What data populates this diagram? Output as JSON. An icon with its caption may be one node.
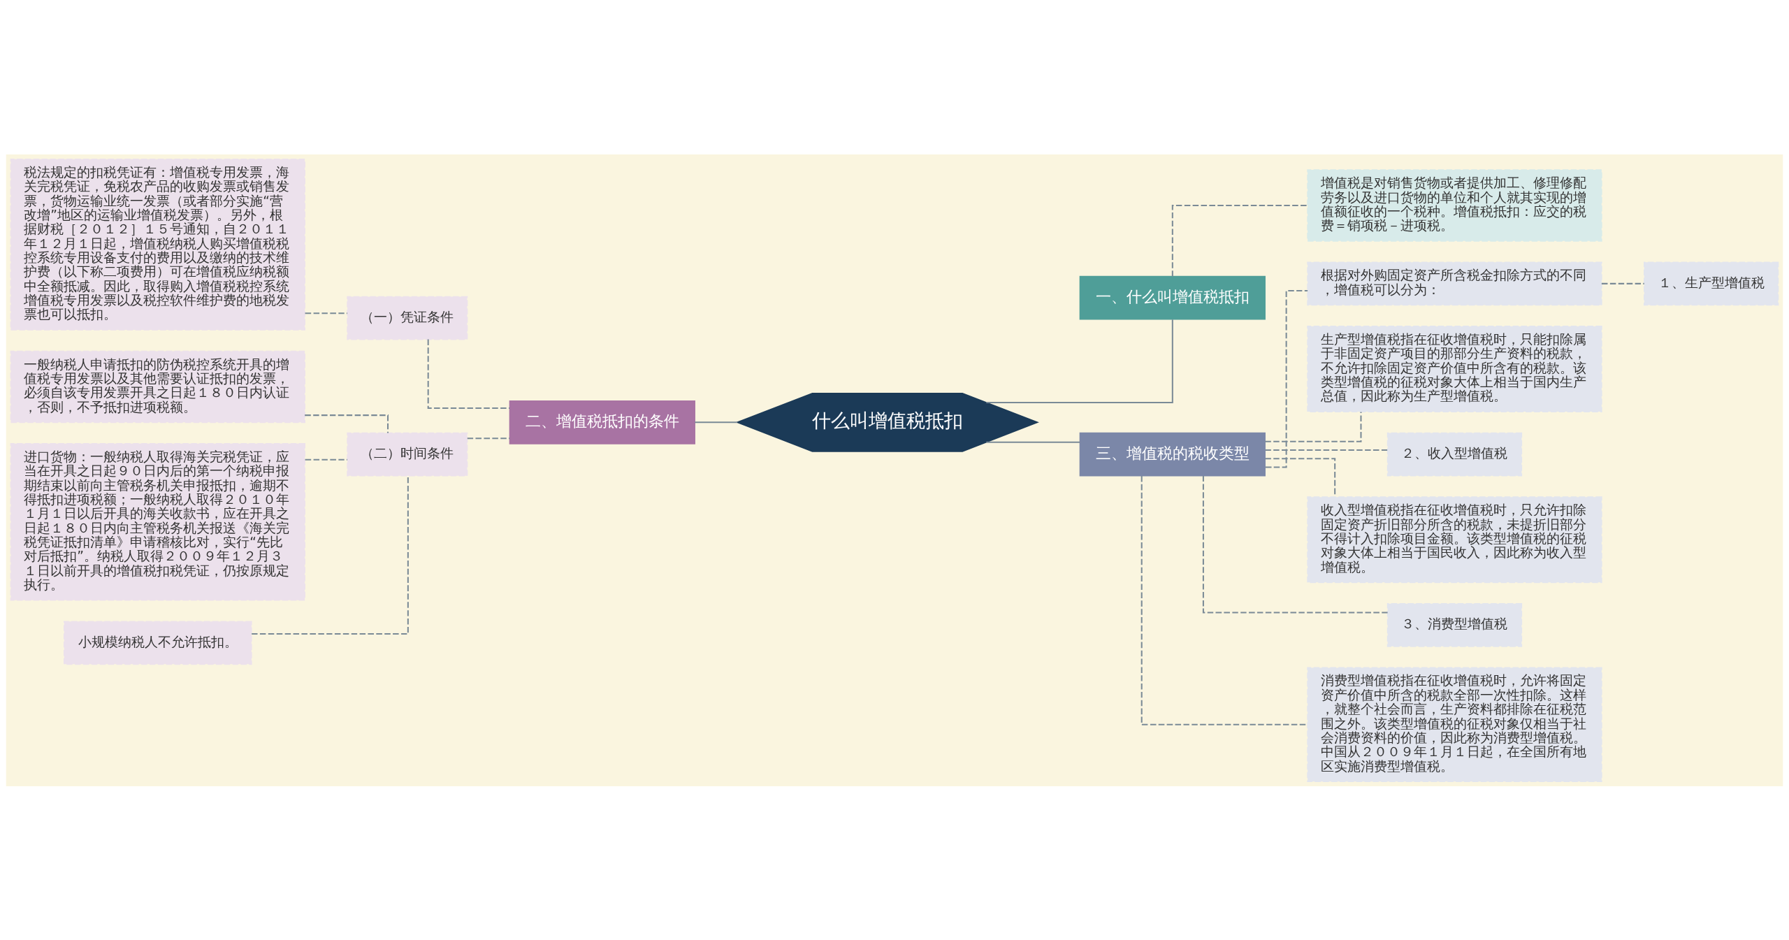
{
  "diagram": {
    "nodes": [
      {
        "text": [
          "什么叫增值税抵扣"
        ]
      },
      {
        "text": [
          "一、什么叫增值税抵扣"
        ]
      },
      {
        "text": [
          "增值税是对销售货物或者提供加工、修理修配劳务以及进口货物的单位和个人就其实现的增值额征收的一个税种。增值税抵扣：应交的税费＝销项税－进项税。"
        ]
      },
      {
        "text": [
          "二、增值税抵扣的条件"
        ]
      },
      {
        "text": [
          "（一）凭证条件"
        ]
      },
      {
        "text": [
          "税法规定的扣税凭证有：增值税专用发票，海关完税凭证，免税农产品的收购发票或销售发票，货物运输业统一发票（或者部分实施“营改增”地区的运输业增值税发票）。另外，根据财税［２０１２］１５号通知，自２０１１年１２月１日起，增值税纳税人购买增值税税控系统专用设备支付的费用以及缴纳的技术维护费（以下称二项费用）可在增值税应纳税额中全额抵减。因此，取得购入增值税税控系统增值税专用发票以及税控软件维护费的地税发票也可以抵扣。"
        ]
      },
      {
        "text": [
          "（二）时间条件"
        ]
      },
      {
        "text": [
          "一般纳税人申请抵扣的防伪税控系统开具的增值税专用发票以及其他需要认证抵扣的发票，必须自该专用发票开具之日起１８０日内认证，否则，不予抵扣进项税额。"
        ]
      },
      {
        "text": [
          "进口货物：一般纳税人取得海关完税凭证，应当在开具之日起９０日内后的第一个纳税申报期结束以前向主管税务机关申报抵扣，逾期不得抵扣进项税额；一般纳税人取得２０１０年１月１日以后开具的海关收款书，应在开具之日起１８０日内向主管税务机关报送《海关完税凭证抵扣清单》申请稽核比对，实行“先比对后抵扣”。纳税人取得２００９年１２月３１日以前开具的增值税扣税凭证，仍按原规定执行。"
        ]
      },
      {
        "text": [
          "小规模纳税人不允许抵扣。"
        ]
      },
      {
        "text": [
          "三、增值税的税收类型"
        ]
      },
      {
        "text": [
          "根据对外购固定资产所含税金扣除方式的不同，增值税可以分为："
        ]
      },
      {
        "text": [
          "１、生产型增值税"
        ]
      },
      {
        "text": [
          "生产型增值税指在征收增值税时，只能扣除属于非固定资产项目的那部分生产资料的税款，不允许扣除固定资产价值中所含有的税款。该类型增值税的征税对象大体上相当于国内生产总值，因此称为生产型增值税。"
        ]
      },
      {
        "text": [
          "２、收入型增值税"
        ]
      },
      {
        "text": [
          "收入型增值税指在征收增值税时，只允许扣除固定资产折旧部分所含的税款，未提折旧部分不得计入扣除项目金额。该类型增值税的征税对象大体上相当于国民收入，因此称为收入型增值税。"
        ]
      },
      {
        "text": [
          "３、消费型增值税"
        ]
      },
      {
        "text": [
          "消费型增值税指在征收增值税时，允许将固定资产价值中所含的税款全部一次性扣除。这样，就整个社会而言，生产资料都排除在征税范围之外。该类型增值税的征税对象仅相当于社会消费资料的价值，因此称为消费型增值税。中国从２００９年１月１日起，在全国所有地区实施消费型增值税。"
        ]
      }
    ],
    "edges": [
      {
        "from": 0,
        "to": 1,
        "arrow": "none"
      },
      {
        "from": 1,
        "to": 2,
        "arrow": "none",
        "style": "dashed"
      },
      {
        "from": 0,
        "to": 3,
        "arrow": "none"
      },
      {
        "from": 3,
        "to": 4,
        "arrow": "none",
        "style": "dashed"
      },
      {
        "from": 4,
        "to": 5,
        "arrow": "none",
        "style": "dashed"
      },
      {
        "from": 3,
        "to": 6,
        "arrow": "none",
        "style": "dashed"
      },
      {
        "from": 6,
        "to": 7,
        "arrow": "none",
        "style": "dashed"
      },
      {
        "from": 6,
        "to": 8,
        "arrow": "none",
        "style": "dashed"
      },
      {
        "from": 6,
        "to": 9,
        "arrow": "none",
        "style": "dashed"
      },
      {
        "from": 0,
        "to": 10,
        "arrow": "none"
      },
      {
        "from": 10,
        "to": 11,
        "arrow": "none",
        "style": "dashed"
      },
      {
        "from": 11,
        "to": 12,
        "arrow": "none",
        "style": "dashed"
      },
      {
        "from": 10,
        "to": 13,
        "arrow": "none",
        "style": "dashed"
      },
      {
        "from": 10,
        "to": 14,
        "arrow": "none",
        "style": "dashed"
      },
      {
        "from": 10,
        "to": 15,
        "arrow": "none",
        "style": "dashed"
      },
      {
        "from": 10,
        "to": 16,
        "arrow": "none",
        "style": "dashed"
      },
      {
        "from": 10,
        "to": 17,
        "arrow": "none",
        "style": "dashed"
      }
    ]
  }
}
